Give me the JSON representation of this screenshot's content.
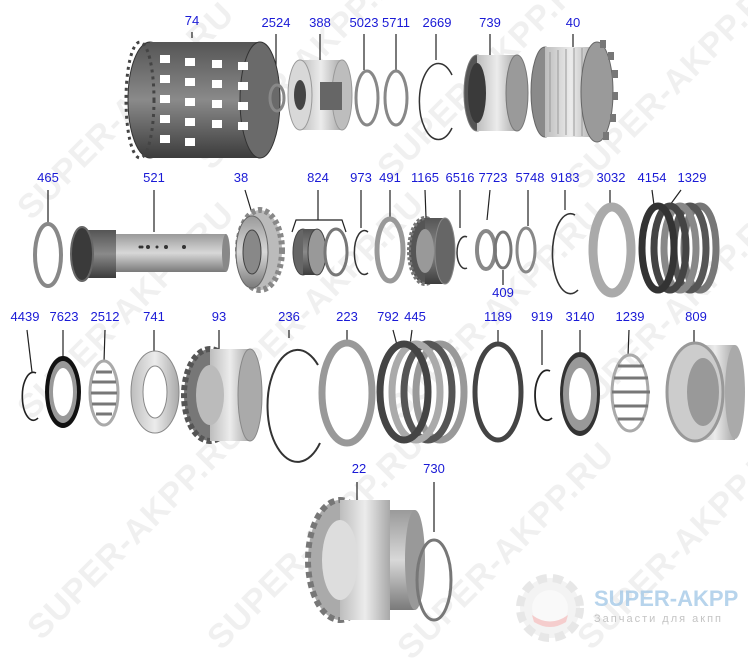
{
  "diagram": {
    "type": "exploded-parts-diagram",
    "label_color": "#1a1ad6",
    "rows": [
      {
        "row": 1,
        "parts": [
          {
            "id": "74",
            "kind": "clutch-housing-drum"
          },
          {
            "id": "2524",
            "kind": "thrust-washer"
          },
          {
            "id": "388",
            "kind": "sprag-one-way-clutch"
          },
          {
            "id": "5023",
            "kind": "seal-ring"
          },
          {
            "id": "5711",
            "kind": "seal-ring"
          },
          {
            "id": "2669",
            "kind": "snap-ring"
          },
          {
            "id": "739",
            "kind": "ring-gear"
          },
          {
            "id": "40",
            "kind": "planetary-carrier-hub"
          }
        ]
      },
      {
        "row": 2,
        "parts": [
          {
            "id": "465",
            "kind": "thrust-washer"
          },
          {
            "id": "521",
            "kind": "input-shaft"
          },
          {
            "id": "38",
            "kind": "sun-gear-sprocket"
          },
          {
            "id": "824",
            "kind": "needle-bearing-set"
          },
          {
            "id": "973",
            "kind": "snap-ring"
          },
          {
            "id": "491",
            "kind": "thrust-washer"
          },
          {
            "id": "1165",
            "kind": "clutch-hub-gear"
          },
          {
            "id": "6516",
            "kind": "snap-ring"
          },
          {
            "id": "7723",
            "kind": "thrust-washer"
          },
          {
            "id": "409",
            "kind": "thrust-washer"
          },
          {
            "id": "5748",
            "kind": "thrust-washer"
          },
          {
            "id": "9183",
            "kind": "snap-ring"
          },
          {
            "id": "3032",
            "kind": "pressure-plate"
          },
          {
            "id": "4154",
            "kind": "friction-plate"
          },
          {
            "id": "1329",
            "kind": "steel-plate-pack"
          }
        ]
      },
      {
        "row": 3,
        "parts": [
          {
            "id": "4439",
            "kind": "snap-ring"
          },
          {
            "id": "7623",
            "kind": "seal-piston"
          },
          {
            "id": "2512",
            "kind": "return-spring-cage"
          },
          {
            "id": "741",
            "kind": "piston"
          },
          {
            "id": "93",
            "kind": "clutch-hub"
          },
          {
            "id": "236",
            "kind": "snap-ring"
          },
          {
            "id": "223",
            "kind": "pressure-plate"
          },
          {
            "id": "792",
            "kind": "friction-plate"
          },
          {
            "id": "445",
            "kind": "steel-plate-pack"
          },
          {
            "id": "1189",
            "kind": "pressure-plate"
          },
          {
            "id": "919",
            "kind": "snap-ring"
          },
          {
            "id": "3140",
            "kind": "piston-seal"
          },
          {
            "id": "1239",
            "kind": "return-spring-cage"
          },
          {
            "id": "809",
            "kind": "clutch-drum"
          }
        ]
      },
      {
        "row": 4,
        "parts": [
          {
            "id": "22",
            "kind": "clutch-hub-drum"
          },
          {
            "id": "730",
            "kind": "thrust-washer"
          }
        ]
      }
    ],
    "labels": {
      "l74": "74",
      "l2524": "2524",
      "l388": "388",
      "l5023": "5023",
      "l5711": "5711",
      "l2669": "2669",
      "l739": "739",
      "l40": "40",
      "l465": "465",
      "l521": "521",
      "l38": "38",
      "l824": "824",
      "l973": "973",
      "l491": "491",
      "l1165": "1165",
      "l6516": "6516",
      "l7723": "7723",
      "l5748": "5748",
      "l9183": "9183",
      "l3032": "3032",
      "l4154": "4154",
      "l1329": "1329",
      "l409": "409",
      "l4439": "4439",
      "l7623": "7623",
      "l2512": "2512",
      "l741": "741",
      "l93": "93",
      "l236": "236",
      "l223": "223",
      "l792": "792",
      "l445": "445",
      "l1189": "1189",
      "l919": "919",
      "l3140": "3140",
      "l1239": "1239",
      "l809": "809",
      "l22": "22",
      "l730": "730"
    }
  },
  "watermark": {
    "text": "SUPER-AKPP.RU"
  },
  "logo": {
    "brand": "SUPER-AKPP",
    "tagline": "Запчасти для акпп",
    "brand_color": "#9fc6e6",
    "gear_accent_color": "#f2b8b8"
  }
}
